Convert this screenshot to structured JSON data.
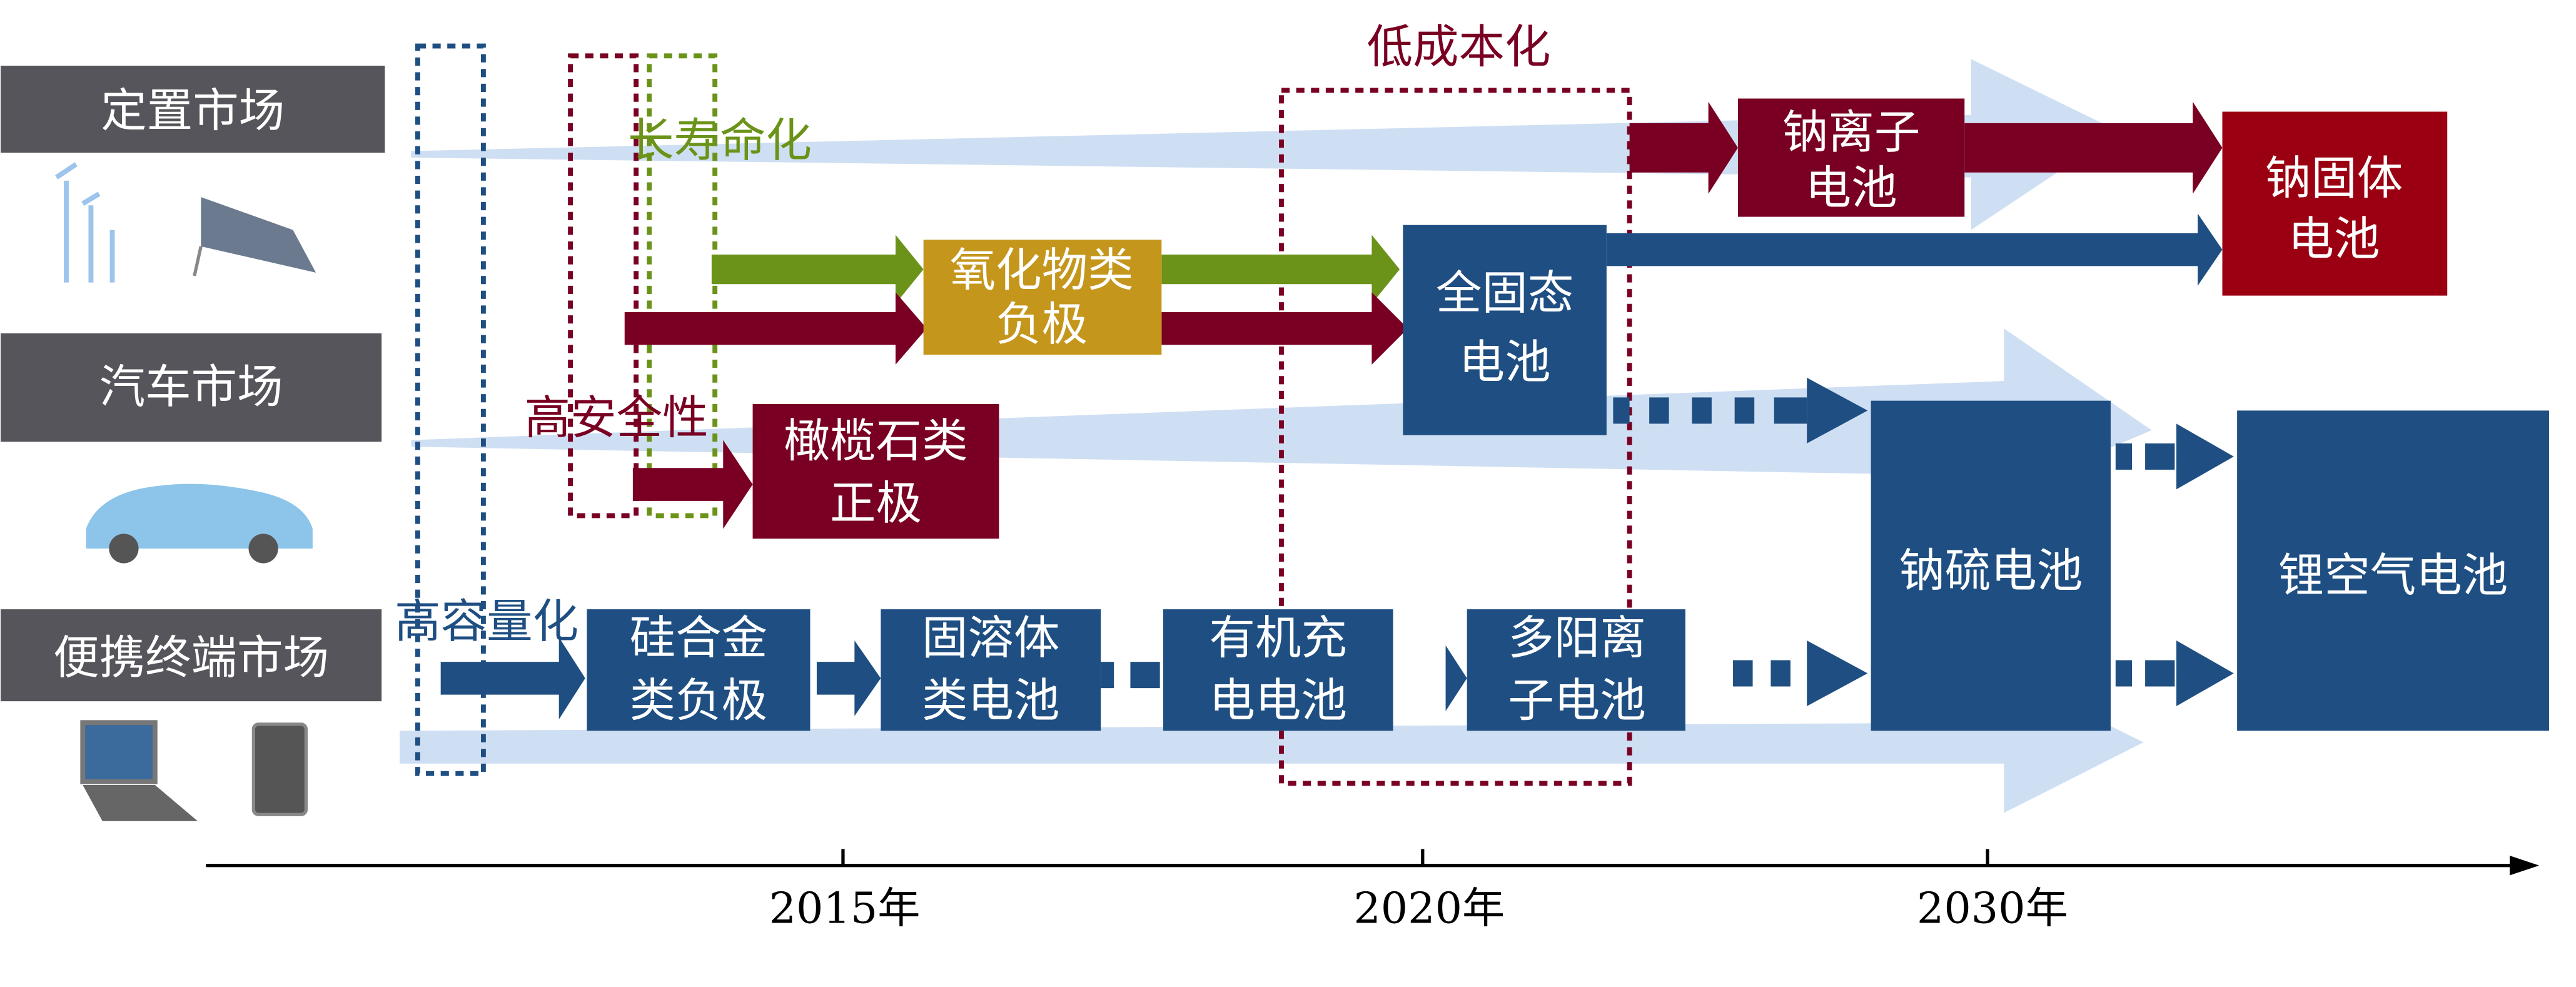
{
  "colors": {
    "maroon": "#790022",
    "crimson": "#9b0012",
    "blue": "#1f4f82",
    "gold": "#c4961c",
    "green": "#6b9319",
    "lightblue": "#c5d9f1",
    "gray": "#55555b",
    "navy_dash": "#1f4f82"
  },
  "markets": [
    {
      "label": "定置市场",
      "icon": "wind-solar-icon"
    },
    {
      "label": "汽车市场",
      "icon": "car-icon"
    },
    {
      "label": "便携终端市场",
      "icon": "laptop-tablet-icon"
    }
  ],
  "themes": {
    "long_life": "长寿命化",
    "high_safety": "高安全性",
    "high_capacity": "高容量化",
    "low_cost": "低成本化"
  },
  "boxes": {
    "oxide_anode": [
      "氧化物类",
      "负极"
    ],
    "olivine_cathode": [
      "橄榄石类",
      "正极"
    ],
    "all_solid": [
      "全固态",
      "电池"
    ],
    "sodium_ion": [
      "钠离子",
      "电池"
    ],
    "sodium_solid": [
      "钠固体",
      "电池"
    ],
    "si_alloy": [
      "硅合金",
      "类负极"
    ],
    "solid_solution": [
      "固溶体",
      "类电池"
    ],
    "organic": [
      "有机充",
      "电电池"
    ],
    "multivalent": [
      "多阳离",
      "子电池"
    ],
    "sodium_sulfur": [
      "钠硫电池"
    ],
    "li_air": [
      "锂空气电池"
    ]
  },
  "timeline": {
    "ticks": [
      "2015年",
      "2020年",
      "2030年"
    ]
  }
}
